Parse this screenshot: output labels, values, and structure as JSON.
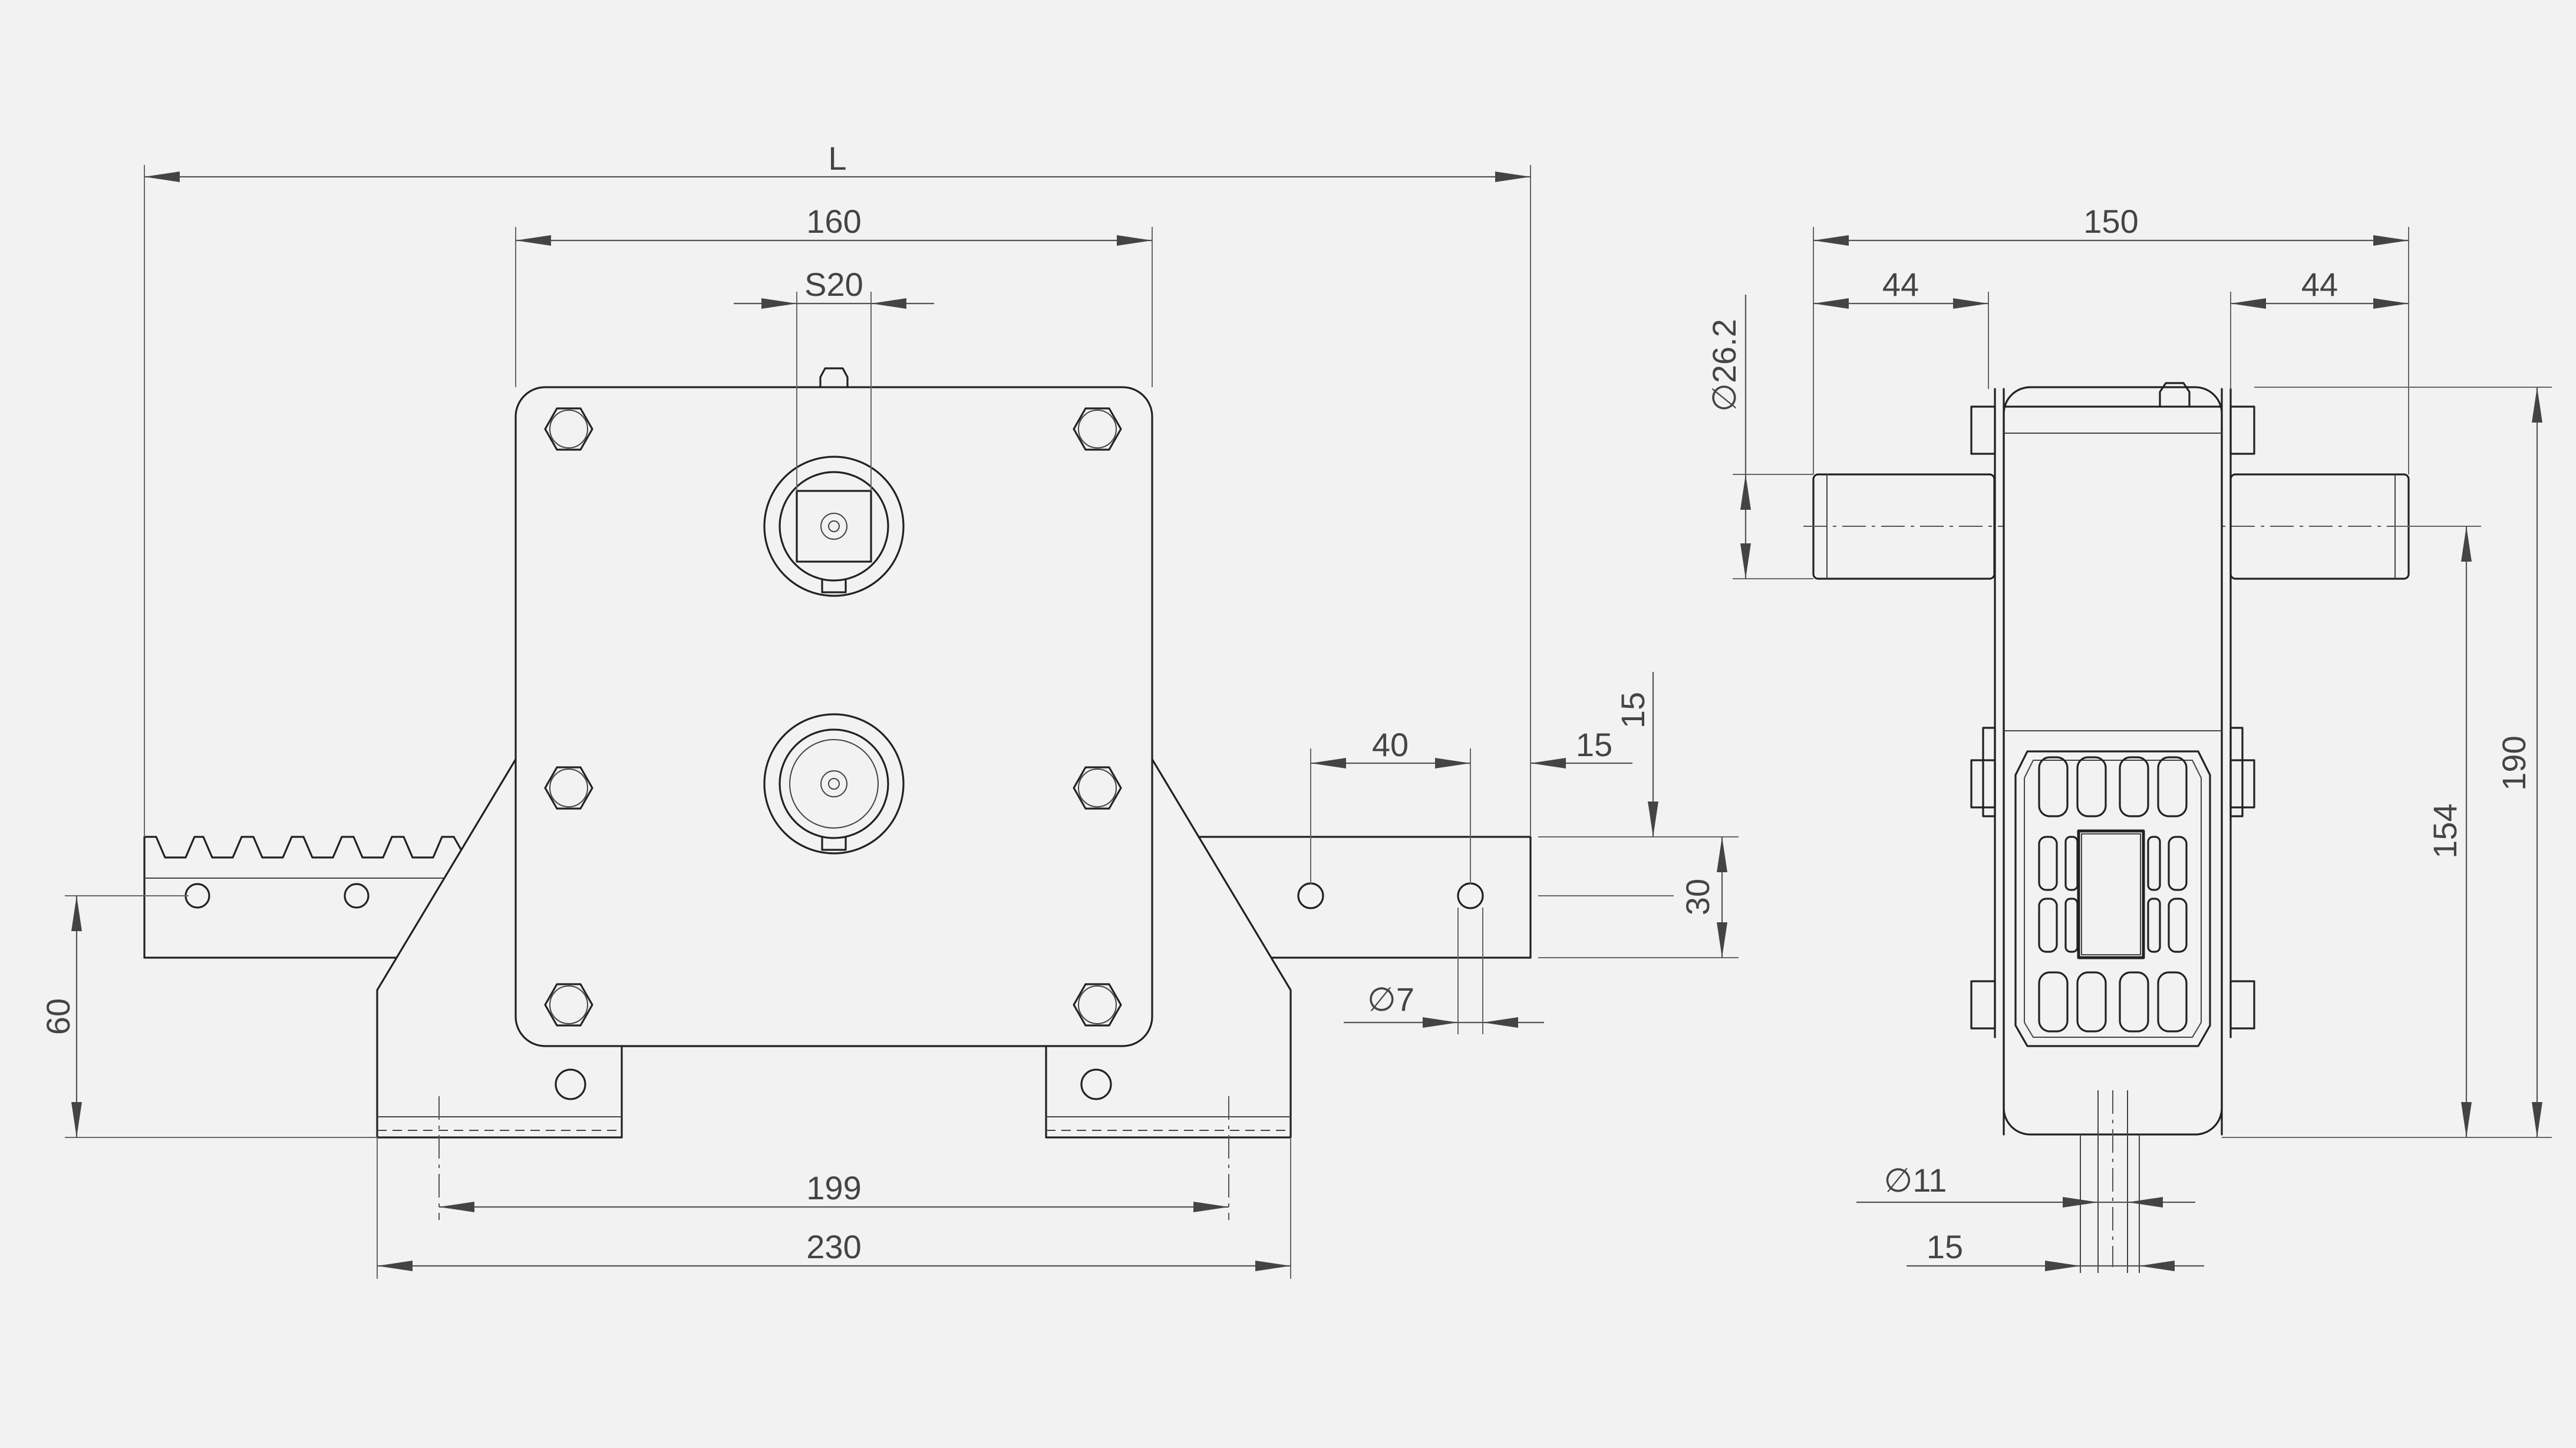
{
  "front_view": {
    "dims": {
      "L": "L",
      "d160": "160",
      "s20": "S20",
      "d40": "40",
      "d15_top": "15",
      "d15_vert": "15",
      "d30": "30",
      "d60": "60",
      "dia7": "∅7",
      "d199": "199",
      "d230": "230"
    }
  },
  "side_view": {
    "dims": {
      "d150": "150",
      "d44_left": "44",
      "d44_right": "44",
      "dia26": "∅26.2",
      "d190": "190",
      "d154": "154",
      "dia11": "∅11",
      "d15": "15"
    }
  }
}
